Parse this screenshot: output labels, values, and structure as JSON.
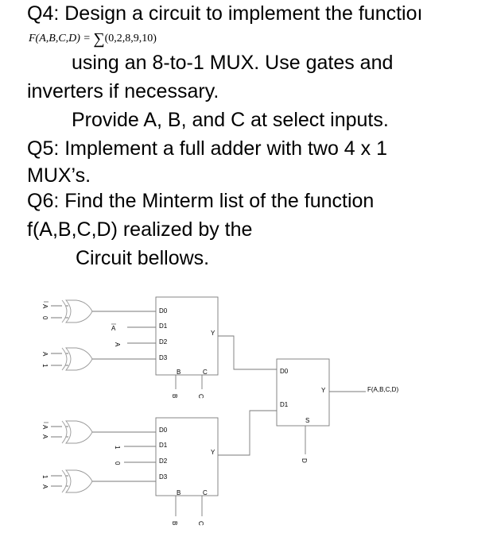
{
  "q4": {
    "title": "Q4: Design a circuit to implement the functioı",
    "formula_lhs": "F(A,B,C,D) =",
    "formula_sigma": "∑",
    "formula_terms": "(0,2,8,9,10)",
    "line2": "using an 8-to-1 MUX. Use gates and",
    "line3": "inverters if necessary.",
    "line4": "Provide A, B, and C at select inputs."
  },
  "q5": {
    "line1": "Q5:  Implement a full adder with two 4 x 1",
    "line2": "MUX’s."
  },
  "q6": {
    "line1": "Q6: Find the Minterm list of the function",
    "line2": "f(A,B,C,D) realized by the",
    "line3": "Circuit bellows."
  },
  "circuit": {
    "xor_gates": [
      {
        "in1": "A",
        "in1_bar": true,
        "in2": "0",
        "in2_bar": false
      },
      {
        "in1": "A",
        "in1_bar": false,
        "in2": "1",
        "in2_bar": false
      },
      {
        "in1": "A",
        "in1_bar": true,
        "in2": "A",
        "in2_bar": false
      },
      {
        "in1": "1",
        "in1_bar": false,
        "in2": "A",
        "in2_bar": false
      }
    ],
    "mux1": {
      "inputs": [
        "D0",
        "D1",
        "D2",
        "D3"
      ],
      "output": "Y",
      "selects": [
        "B",
        "C"
      ],
      "select_feeds": [
        "B",
        "C"
      ],
      "direct_inputs": [
        {
          "label": "A",
          "bar": true
        },
        {
          "label": "A",
          "bar": false
        }
      ]
    },
    "mux2": {
      "inputs": [
        "D0",
        "D1",
        "D2",
        "D3"
      ],
      "output": "Y",
      "selects": [
        "B",
        "C"
      ],
      "select_feeds": [
        "B",
        "C"
      ],
      "direct_inputs": [
        {
          "label": "1",
          "bar": false
        },
        {
          "label": "0",
          "bar": false
        }
      ]
    },
    "mux3": {
      "inputs": [
        "D0",
        "D1"
      ],
      "output": "Y",
      "select": "S",
      "select_feed": "D"
    },
    "output_label": "F(A,B,C,D)"
  }
}
